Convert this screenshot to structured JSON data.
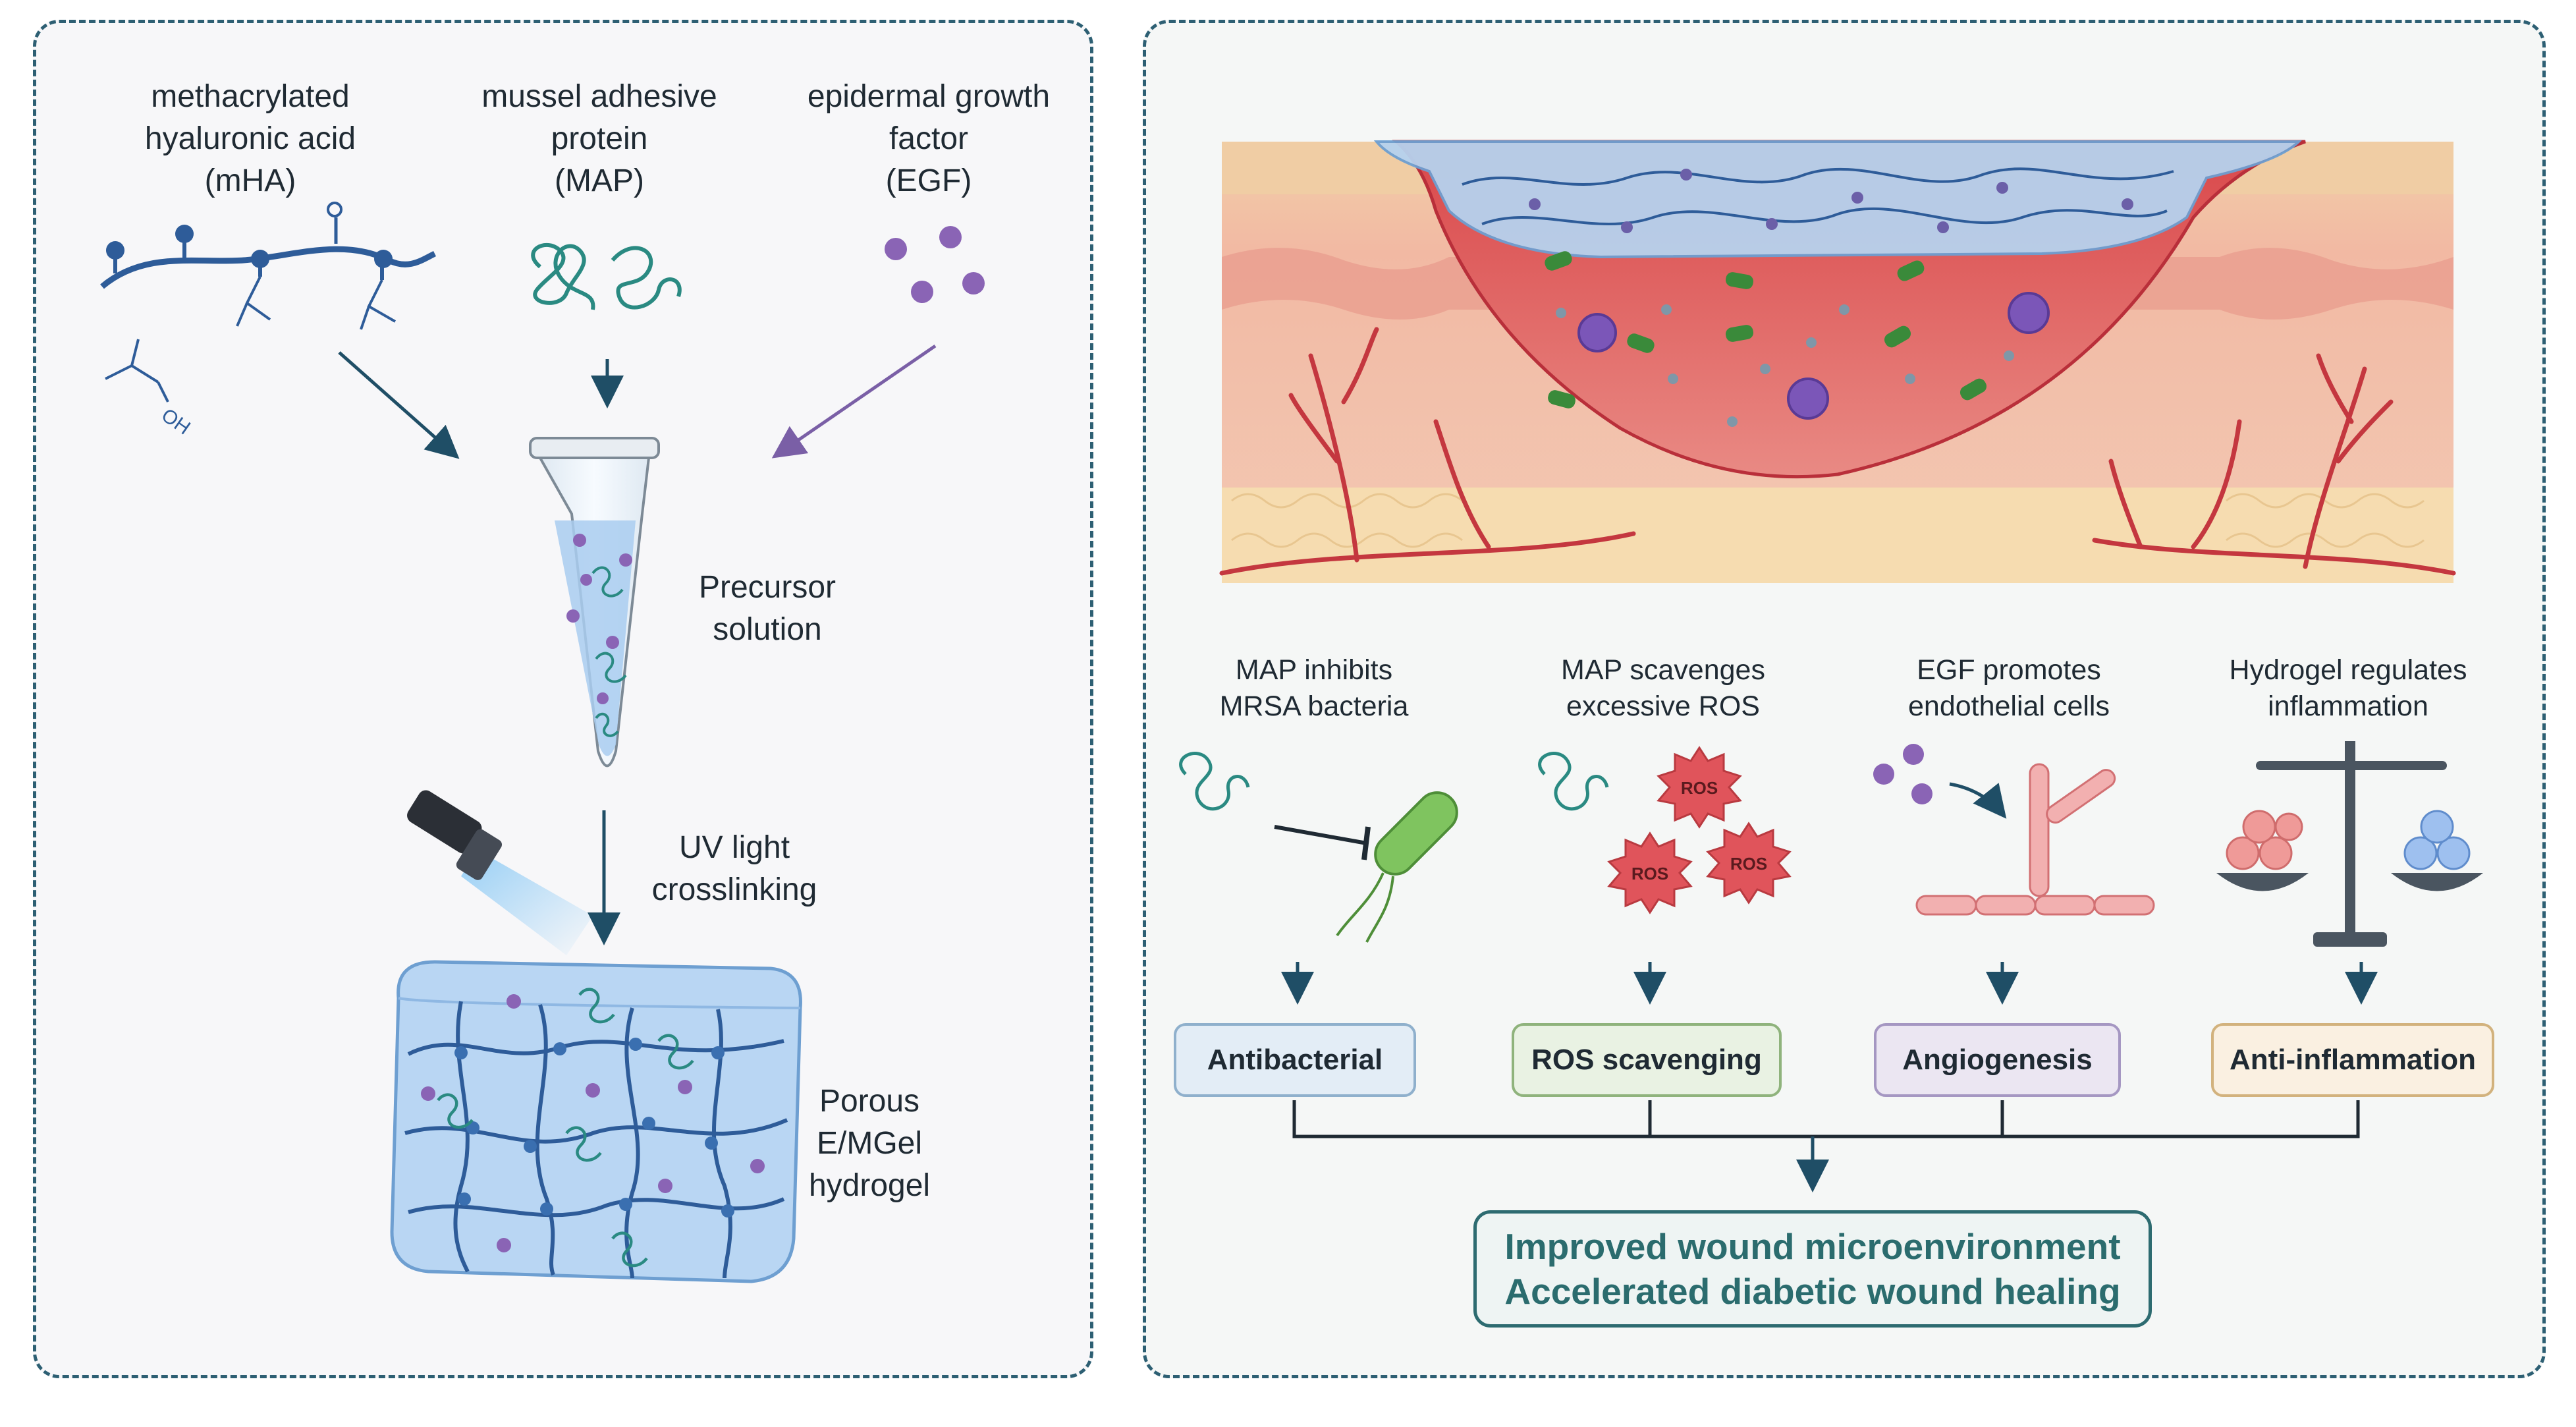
{
  "left_panel": {
    "components": [
      {
        "label": "methacrylated\nhyaluronic acid\n(mHA)"
      },
      {
        "label": "mussel adhesive\nprotein\n(MAP)"
      },
      {
        "label": "epidermal growth\nfactor\n(EGF)"
      }
    ],
    "precursor_label": "Precursor\nsolution",
    "uv_label": "UV light\ncrosslinking",
    "hydrogel_label": "Porous\nE/MGel\nhydrogel",
    "chem_oh": "OH"
  },
  "right_panel": {
    "effects": [
      {
        "caption": "MAP inhibits\nMRSA bacteria",
        "outcome": "Antibacterial",
        "color": "#e3edf6",
        "border": "#8fb0cc"
      },
      {
        "caption": "MAP scavenges\nexcessive ROS",
        "outcome": "ROS scavenging",
        "color": "#e9f2e3",
        "border": "#8fb37c"
      },
      {
        "caption": "EGF promotes\nendothelial cells",
        "outcome": "Angiogenesis",
        "color": "#ebe6f2",
        "border": "#a597c2"
      },
      {
        "caption": "Hydrogel regulates\ninflammation",
        "outcome": "Anti-inflammation",
        "color": "#faf0e1",
        "border": "#d2b27d"
      }
    ],
    "ros_label": "ROS",
    "final": {
      "line1": "Improved wound microenvironment",
      "line2": "Accelerated diabetic wound healing"
    }
  },
  "colors": {
    "panel_border": "#2d5f73",
    "arrow": "#1f4e66",
    "polymer": "#2e5c99",
    "protein": "#2a8a82",
    "egf": "#8a64b5",
    "hydrogel": "#a9c9ee"
  }
}
